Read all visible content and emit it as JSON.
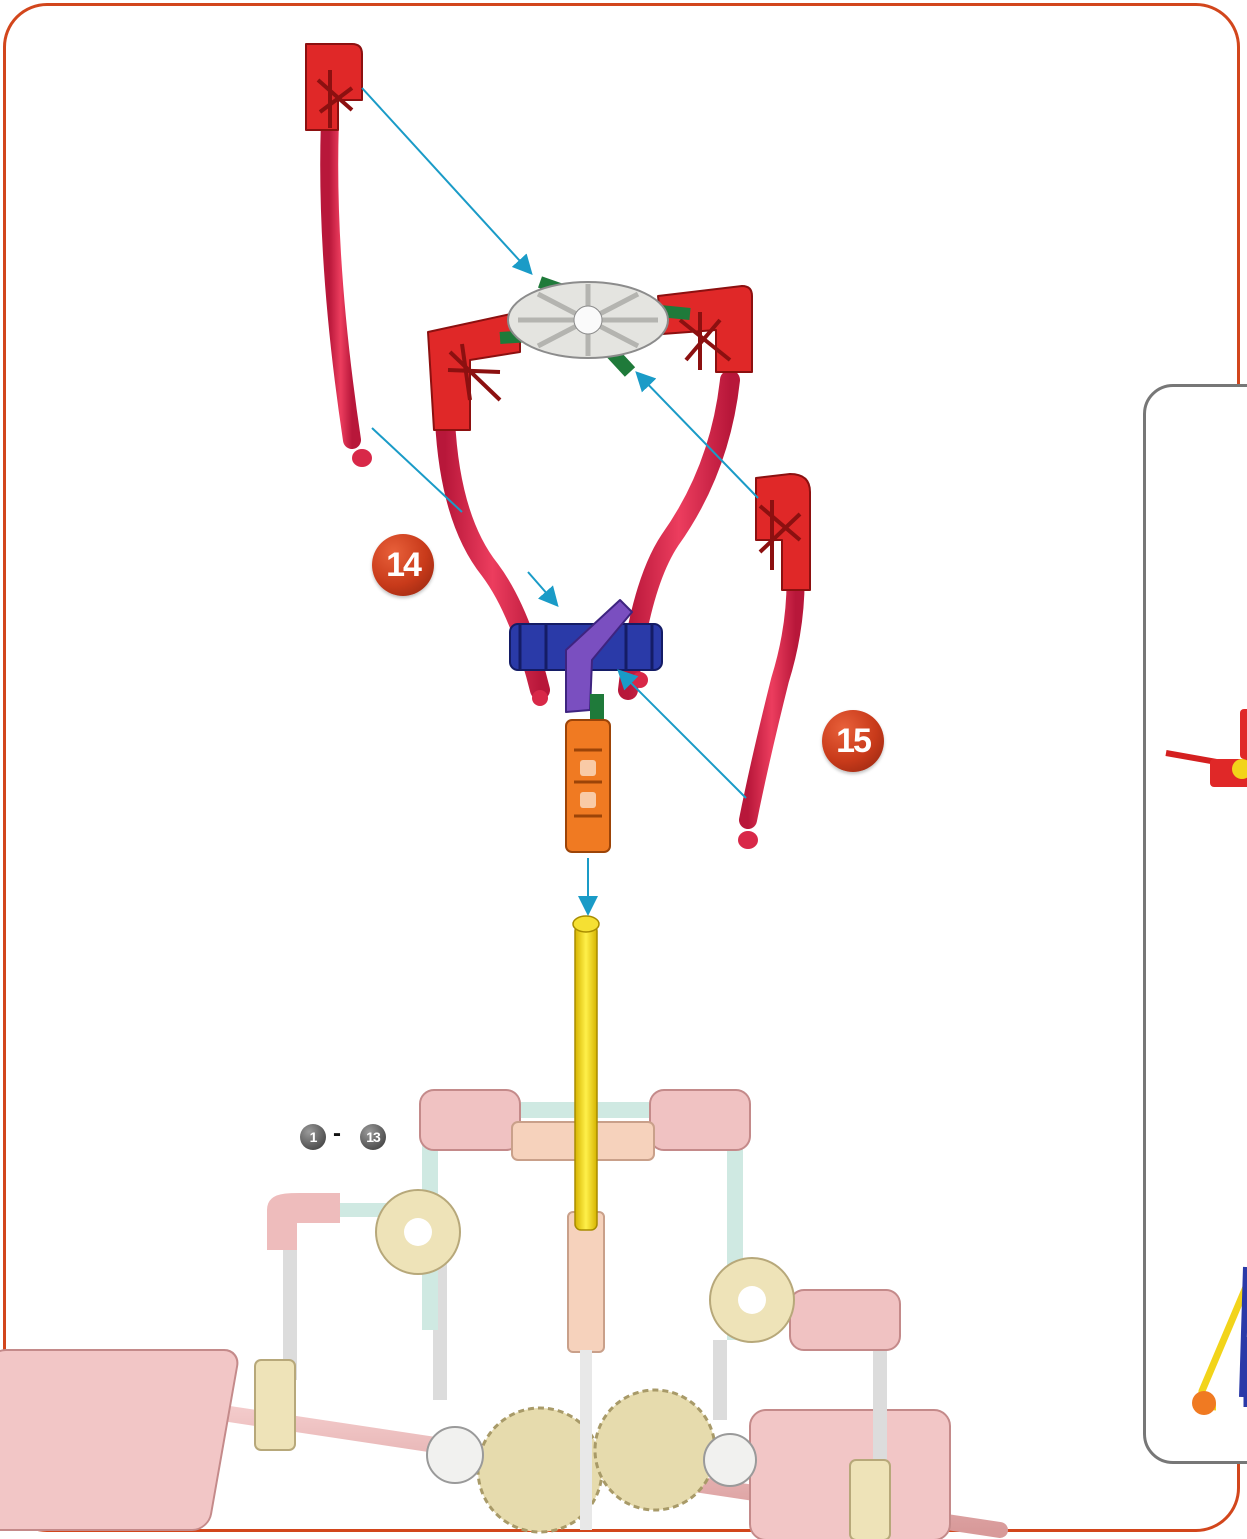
{
  "steps": {
    "step_14": "14",
    "step_15": "15",
    "range_start": "1",
    "range_sep": "-",
    "range_end": "13"
  },
  "colors": {
    "frame": "#d2461c",
    "arrow": "#1a9bc7",
    "rod_red": "#e0304f",
    "connector_red": "#e02828",
    "connector_blue": "#2a3aa8",
    "connector_purple": "#7a4fc0",
    "connector_orange": "#f07a22",
    "rod_yellow": "#f2d41a",
    "connector_green": "#1f7a3a",
    "connector_white": "#e4e4e0",
    "ghost_pink": "#eebcbc",
    "ghost_cream": "#eee3b8"
  }
}
